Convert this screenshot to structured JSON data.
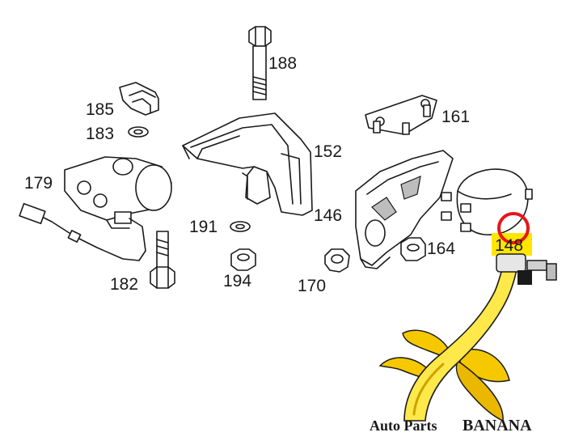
{
  "diagram": {
    "part_labels": {
      "p188": "188",
      "p185": "185",
      "p161": "161",
      "p183": "183",
      "p152": "152",
      "p179": "179",
      "p146": "146",
      "p191": "191",
      "p164": "164",
      "p182": "182",
      "p194": "194",
      "p170": "170",
      "p148": "148"
    },
    "highlight_color": "#ffe600",
    "marker_color": "#e8151b"
  },
  "watermark": {
    "brand_prefix": "Auto Parts",
    "brand_name": "BANANA"
  }
}
